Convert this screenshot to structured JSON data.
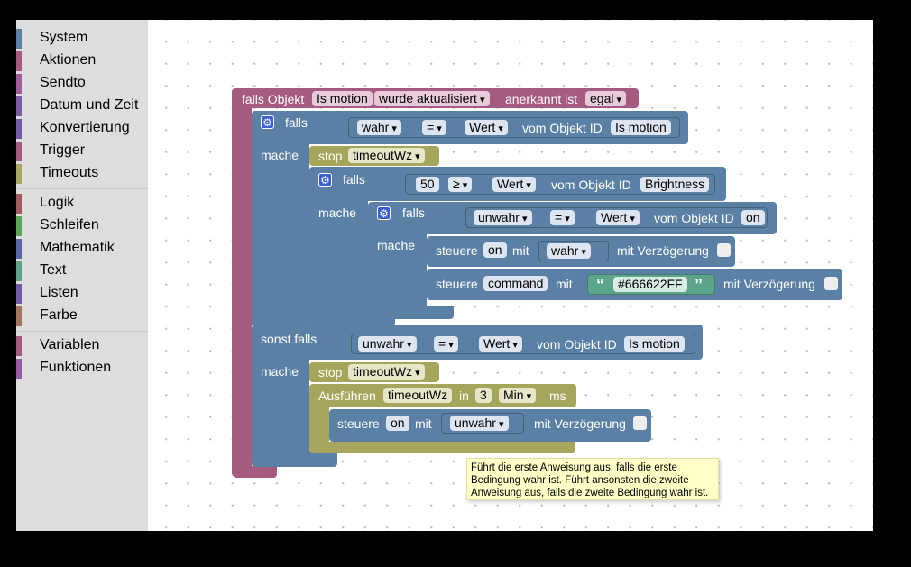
{
  "toolbox": {
    "categories": [
      {
        "label": "System",
        "color": "#5b80a5"
      },
      {
        "label": "Aktionen",
        "color": "#a55b80"
      },
      {
        "label": "Sendto",
        "color": "#a55b99"
      },
      {
        "label": "Datum und Zeit",
        "color": "#805ba5"
      },
      {
        "label": "Konvertierung",
        "color": "#745ba5"
      },
      {
        "label": "Trigger",
        "color": "#a55b80"
      },
      {
        "label": "Timeouts",
        "color": "#a5a55b"
      },
      {
        "label": "Logik",
        "color": "#a55b5b"
      },
      {
        "label": "Schleifen",
        "color": "#5ba55b"
      },
      {
        "label": "Mathematik",
        "color": "#5b67a5"
      },
      {
        "label": "Text",
        "color": "#5ba58c"
      },
      {
        "label": "Listen",
        "color": "#745ba5"
      },
      {
        "label": "Farbe",
        "color": "#a5745b"
      },
      {
        "label": "Variablen",
        "color": "#a55b80"
      },
      {
        "label": "Funktionen",
        "color": "#995ba5"
      }
    ]
  },
  "blocks": {
    "trigger": {
      "falls_objekt": "falls Objekt",
      "object": "Is motion",
      "event": "wurde aktualisiert",
      "anerkannt": "anerkannt ist",
      "ack": "egal"
    },
    "if1": {
      "falls": "falls",
      "lhs": "wahr",
      "op": "=",
      "wert": "Wert",
      "vom": "vom Objekt ID",
      "obj": "Is motion",
      "mache": "mache"
    },
    "stop1": {
      "stop": "stop",
      "name": "timeoutWz"
    },
    "if2": {
      "falls": "falls",
      "num": "50",
      "op": "≥",
      "wert": "Wert",
      "vom": "vom Objekt ID",
      "obj": "Brightness",
      "mache": "mache"
    },
    "if3": {
      "falls": "falls",
      "lhs": "unwahr",
      "op": "=",
      "wert": "Wert",
      "vom": "vom Objekt ID",
      "obj": "on",
      "mache": "mache"
    },
    "set1": {
      "steuere": "steuere",
      "obj": "on",
      "mit": "mit",
      "val": "wahr",
      "delay": "mit Verzögerung"
    },
    "set2": {
      "steuere": "steuere",
      "obj": "command",
      "mit": "mit",
      "val": "#666622FF",
      "delay": "mit Verzögerung"
    },
    "else": {
      "sonst_falls": "sonst falls",
      "lhs": "unwahr",
      "op": "=",
      "wert": "Wert",
      "vom": "vom Objekt ID",
      "obj": "Is motion",
      "mache": "mache"
    },
    "stop2": {
      "stop": "stop",
      "name": "timeoutWz"
    },
    "timeout": {
      "ausfuehren": "Ausführen",
      "name": "timeoutWz",
      "in": "in",
      "num": "3",
      "unit": "Min",
      "ms": "ms"
    },
    "set3": {
      "steuere": "steuere",
      "obj": "on",
      "mit": "mit",
      "val": "unwahr",
      "delay": "mit Verzögerung"
    }
  },
  "tooltip": {
    "line1": "Führt die erste Anweisung aus, falls die erste",
    "line2": "Bedingung wahr ist. Führt ansonsten die zweite",
    "line3": "Anweisung aus, falls die zweite Bedingung wahr ist."
  }
}
